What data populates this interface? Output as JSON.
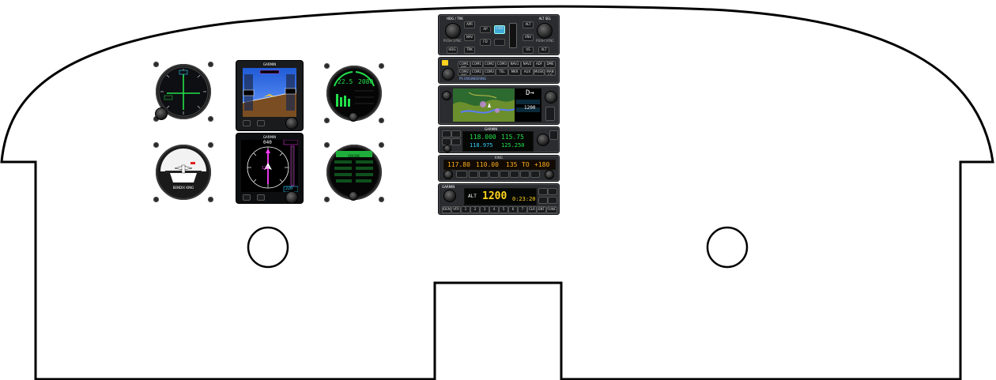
{
  "colors": {
    "panel_fill": "#ffffff",
    "panel_outline": "#000000",
    "bezel": "#1c1c1c",
    "display_green": "#22e04a",
    "display_magenta": "#ff3cff",
    "display_cyan": "#34d0ff",
    "display_yellow": "#ffd21f"
  },
  "left_stack": {
    "g5_label": "GARMIN",
    "g5_hsi_label": "GARMIN",
    "hsi_course": "120",
    "hsi_heading": "040",
    "g5_bottom_value": "220",
    "attitude_brand": "BENDIX KING",
    "attitude_label": "BENDIXKING",
    "engine_top": {
      "left": "22.5",
      "right": "2080"
    },
    "engine_bottom_header": "ENGINE"
  },
  "autopilot": {
    "left_label": "HDG / TRK",
    "right_label": "ALT SEL",
    "buttons_left": [
      "APR",
      "NAV",
      "HDG",
      "TRK",
      "AP",
      "FD"
    ],
    "buttons_right": [
      "ALT",
      "VNV",
      "VS",
      "ALT"
    ],
    "center_btn": "CWS",
    "knob_left_label": "PUSH SYNC",
    "knob_right_label": "PUSH SYNC"
  },
  "audio_panel": {
    "rows": [
      [
        "COM1 MIC",
        "COM1",
        "COM2",
        "COM3",
        "NAV1",
        "NAV2",
        "ADF",
        "DME"
      ],
      [
        "COM2 MIC",
        "COM2",
        "COM3",
        "TEL",
        "MKR",
        "AUX",
        "MUSIC",
        "MAN SQ"
      ]
    ],
    "brand": "PS ENGINEERING"
  },
  "gps_map": {
    "right_value_1": "D→",
    "right_value_2": "1200"
  },
  "navcom": {
    "brand": "GARMIN",
    "com_active": "118.000",
    "com_standby": "118.975",
    "nav_active": "115.75",
    "nav_standby": "125.250"
  },
  "nav_radio": {
    "brand": "KING",
    "digits": [
      "117.80",
      "110.00",
      "135",
      "TO",
      "+180"
    ]
  },
  "transponder": {
    "brand": "GARMIN",
    "mode": "ALT",
    "code": "1200",
    "flight_time": "0:23:20",
    "softkeys": [
      "IDENT",
      "VFR",
      "1",
      "2",
      "3",
      "4",
      "5",
      "6",
      "7",
      "CLR",
      "ENT",
      "FUNC"
    ]
  }
}
